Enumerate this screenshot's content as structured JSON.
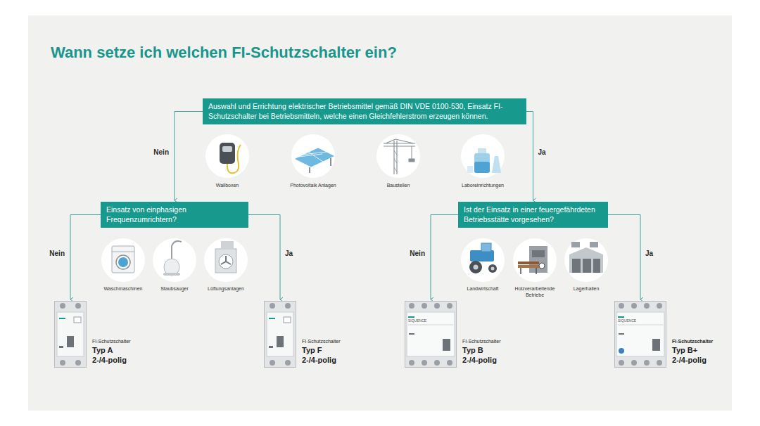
{
  "diagram": {
    "title": "Wann setze ich welchen FI-Schutzschalter ein?",
    "nodes": [
      {
        "text": [
          "Auswahl und Errichtung elektrischer Betriebsmittel gemäß DIN VDE 0100-530, Einsatz FI-Schutzschalter bei Betriebsmitteln, welche einen Gleichfehlerstrom erzeugen können."
        ]
      },
      {
        "text": [
          "Einsatz von einphasigen Frequenzumrichtern?"
        ]
      },
      {
        "text": [
          "Ist der Einsatz in einer feuergefährdeten Betriebsstätte vorgesehen?"
        ]
      },
      {
        "text": [
          "FI-Schutzschalter",
          "Typ A",
          "2-/4-polig"
        ]
      },
      {
        "text": [
          "FI-Schutzschalter",
          "Typ F",
          "2-/4-polig"
        ]
      },
      {
        "text": [
          "FI-Schutzschalter",
          "Typ B",
          "2-/4-polig"
        ]
      },
      {
        "text": [
          "FI-Schutzschalter",
          "Typ B+",
          "2-/4-polig"
        ]
      }
    ],
    "edges": [
      {
        "from": 0,
        "to": 1,
        "label": "Nein",
        "arrow": "to"
      },
      {
        "from": 0,
        "to": 2,
        "label": "Ja",
        "arrow": "to"
      },
      {
        "from": 1,
        "to": 3,
        "label": "Nein",
        "arrow": "to"
      },
      {
        "from": 1,
        "to": 4,
        "label": "Ja",
        "arrow": "to"
      },
      {
        "from": 2,
        "to": 5,
        "label": "Nein",
        "arrow": "to"
      },
      {
        "from": 2,
        "to": 6,
        "label": "Ja",
        "arrow": "to"
      }
    ],
    "labels": [
      "Wallboxen",
      "Photovoltaik Anlagen",
      "Baustellen",
      "Laboreinrichtungen",
      "Waschmaschinen",
      "Staubsauger",
      "Lüftungsanlagen",
      "Landwirtschaft",
      "Holzverarbeitende Betriebe",
      "Lagerhallen",
      "SIQUENCE",
      "SIQUENCE"
    ]
  }
}
